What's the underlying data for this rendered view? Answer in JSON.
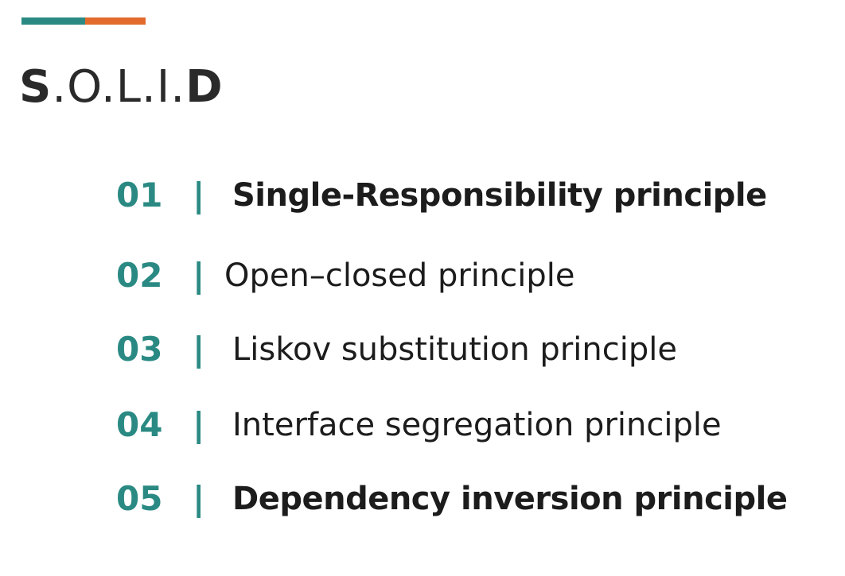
{
  "accent": {
    "teal": "#2a8a83",
    "orange": "#e36a2c"
  },
  "title": {
    "parts": [
      {
        "text": "S",
        "weight": "bold"
      },
      {
        "text": ".O.L.I.",
        "weight": "regular"
      },
      {
        "text": "D",
        "weight": "bold"
      }
    ]
  },
  "items": [
    {
      "number": "01",
      "separator": "|",
      "label": "Single-Responsibility principle",
      "bold": true
    },
    {
      "number": "02",
      "separator": "|",
      "label": "Open–closed principle",
      "bold": false
    },
    {
      "number": "03",
      "separator": "|",
      "label": "Liskov substitution principle",
      "bold": false
    },
    {
      "number": "04",
      "separator": "|",
      "label": "Interface segregation principle",
      "bold": false
    },
    {
      "number": "05",
      "separator": "|",
      "label": "Dependency inversion principle",
      "bold": true
    }
  ]
}
